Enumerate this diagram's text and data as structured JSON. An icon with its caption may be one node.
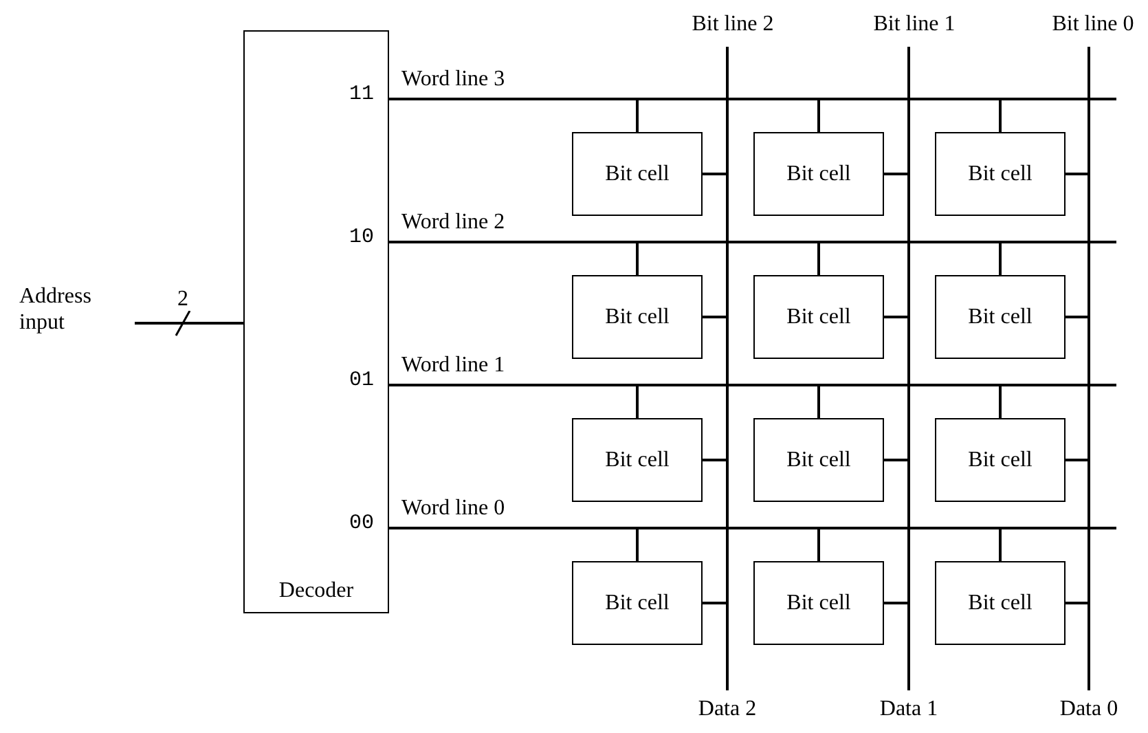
{
  "diagram": {
    "nodes": [
      {
        "text": [
          "Bit line 2"
        ]
      },
      {
        "text": [
          "Bit line 1"
        ]
      },
      {
        "text": [
          "Bit line 0"
        ]
      },
      {
        "text": [
          "11",
          "10",
          "01",
          "00",
          "Decoder"
        ]
      },
      {
        "text": [
          "Address input"
        ]
      },
      {
        "text": [
          "Bit cell"
        ]
      },
      {
        "text": [
          "Bit cell"
        ]
      },
      {
        "text": [
          "Bit cell"
        ]
      },
      {
        "text": [
          "Bit cell"
        ]
      },
      {
        "text": [
          "Bit cell"
        ]
      },
      {
        "text": [
          "Bit cell"
        ]
      },
      {
        "text": [
          "Bit cell"
        ]
      },
      {
        "text": [
          "Bit cell"
        ]
      },
      {
        "text": [
          "Bit cell"
        ]
      },
      {
        "text": [
          "Bit cell"
        ]
      },
      {
        "text": [
          "Bit cell"
        ]
      },
      {
        "text": [
          "Bit cell"
        ]
      },
      {
        "text": [
          "Data 2"
        ]
      },
      {
        "text": [
          "Data 1"
        ]
      },
      {
        "text": [
          "Data 0"
        ]
      }
    ],
    "edges": [
      {
        "from": 4,
        "to": 3,
        "arrow": "none",
        "label": "2"
      },
      {
        "from": 3,
        "to": 5,
        "arrow": "none",
        "label": "Word line 3"
      },
      {
        "from": 3,
        "to": 6,
        "arrow": "none"
      },
      {
        "from": 3,
        "to": 7,
        "arrow": "none"
      },
      {
        "from": 3,
        "to": 8,
        "arrow": "none",
        "label": "Word line 2"
      },
      {
        "from": 3,
        "to": 9,
        "arrow": "none"
      },
      {
        "from": 3,
        "to": 10,
        "arrow": "none"
      },
      {
        "from": 3,
        "to": 11,
        "arrow": "none",
        "label": "Word line 1"
      },
      {
        "from": 3,
        "to": 12,
        "arrow": "none"
      },
      {
        "from": 3,
        "to": 13,
        "arrow": "none"
      },
      {
        "from": 3,
        "to": 14,
        "arrow": "none",
        "label": "Word line 0"
      },
      {
        "from": 3,
        "to": 15,
        "arrow": "none"
      },
      {
        "from": 3,
        "to": 16,
        "arrow": "none"
      },
      {
        "from": 5,
        "to": 0,
        "arrow": "none"
      },
      {
        "from": 5,
        "to": 17,
        "arrow": "none"
      },
      {
        "from": 6,
        "to": 1,
        "arrow": "none"
      },
      {
        "from": 6,
        "to": 18,
        "arrow": "none"
      },
      {
        "from": 7,
        "to": 2,
        "arrow": "none"
      },
      {
        "from": 7,
        "to": 19,
        "arrow": "none"
      },
      {
        "from": 8,
        "to": 0,
        "arrow": "none"
      },
      {
        "from": 8,
        "to": 17,
        "arrow": "none"
      },
      {
        "from": 9,
        "to": 1,
        "arrow": "none"
      },
      {
        "from": 9,
        "to": 18,
        "arrow": "none"
      },
      {
        "from": 10,
        "to": 2,
        "arrow": "none"
      },
      {
        "from": 10,
        "to": 19,
        "arrow": "none"
      },
      {
        "from": 11,
        "to": 0,
        "arrow": "none"
      },
      {
        "from": 11,
        "to": 17,
        "arrow": "none"
      },
      {
        "from": 12,
        "to": 1,
        "arrow": "none"
      },
      {
        "from": 12,
        "to": 18,
        "arrow": "none"
      },
      {
        "from": 13,
        "to": 2,
        "arrow": "none"
      },
      {
        "from": 13,
        "to": 19,
        "arrow": "none"
      },
      {
        "from": 14,
        "to": 0,
        "arrow": "none"
      },
      {
        "from": 14,
        "to": 17,
        "arrow": "none"
      },
      {
        "from": 15,
        "to": 1,
        "arrow": "none"
      },
      {
        "from": 15,
        "to": 18,
        "arrow": "none"
      },
      {
        "from": 16,
        "to": 2,
        "arrow": "none"
      },
      {
        "from": 16,
        "to": 19,
        "arrow": "none"
      }
    ]
  }
}
